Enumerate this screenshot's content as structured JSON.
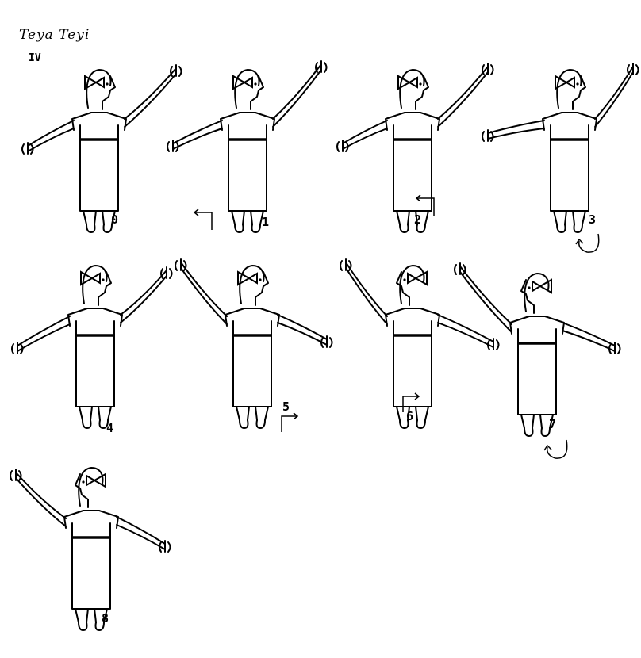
{
  "title": "Teya Teyi",
  "part": "IV",
  "figures": [
    {
      "label": "0",
      "step_arrow": "none"
    },
    {
      "label": "1",
      "step_arrow": "left"
    },
    {
      "label": "2",
      "step_arrow": "left"
    },
    {
      "label": "3",
      "step_arrow": "turn"
    },
    {
      "label": "4",
      "step_arrow": "none"
    },
    {
      "label": "5",
      "step_arrow": "right"
    },
    {
      "label": "6",
      "step_arrow": "right"
    },
    {
      "label": "7",
      "step_arrow": "turn"
    },
    {
      "label": "8",
      "step_arrow": "none"
    }
  ]
}
